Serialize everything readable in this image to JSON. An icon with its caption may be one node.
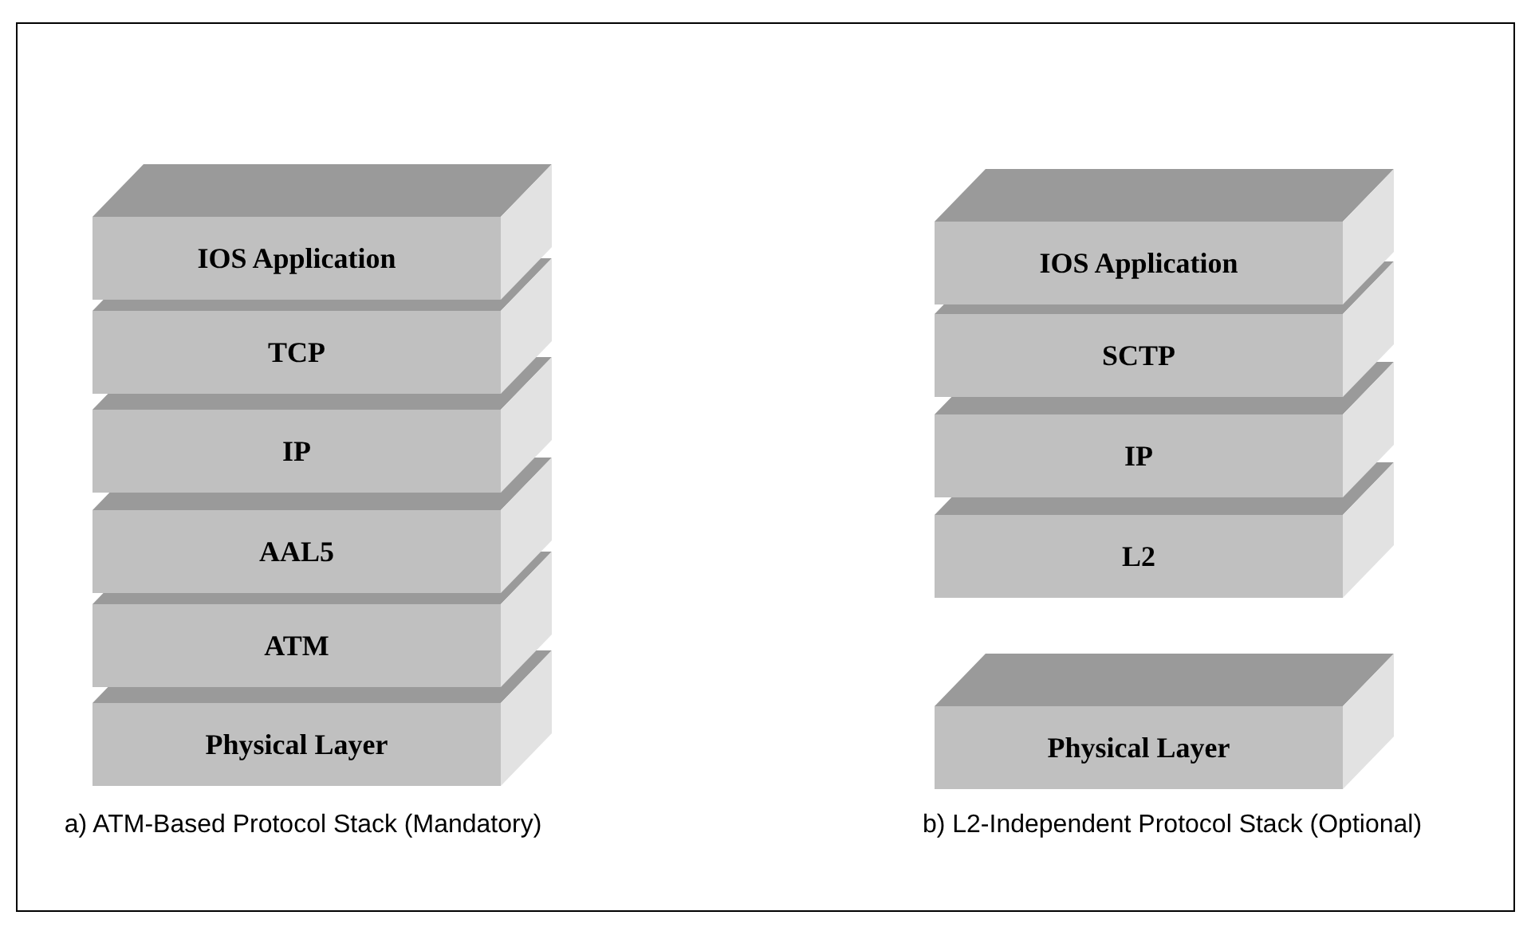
{
  "diagram": {
    "nodes": [
      {
        "text": [
          "IOS Application"
        ]
      },
      {
        "text": [
          "TCP"
        ]
      },
      {
        "text": [
          "IP"
        ]
      },
      {
        "text": [
          "AAL5"
        ]
      },
      {
        "text": [
          "ATM"
        ]
      },
      {
        "text": [
          "Physical Layer"
        ]
      },
      {
        "text": [
          "IOS Application"
        ]
      },
      {
        "text": [
          "SCTP"
        ]
      },
      {
        "text": [
          "IP"
        ]
      },
      {
        "text": [
          "L2"
        ]
      },
      {
        "text": [
          "Physical Layer"
        ]
      }
    ],
    "labels": [
      "a) ATM-Based Protocol Stack (Mandatory)",
      "b) L2-Independent Protocol Stack (Optional)"
    ]
  }
}
